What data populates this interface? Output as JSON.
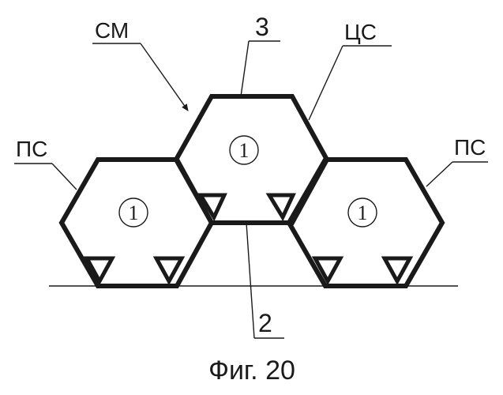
{
  "labels": {
    "cm": "СМ",
    "ref_3": "3",
    "cs": "ЦС",
    "ps_left": "ПС",
    "ps_right": "ПС",
    "ref_2": "2"
  },
  "cells": {
    "top": "1",
    "left": "1",
    "right": "1"
  },
  "caption": "Фиг. 20"
}
